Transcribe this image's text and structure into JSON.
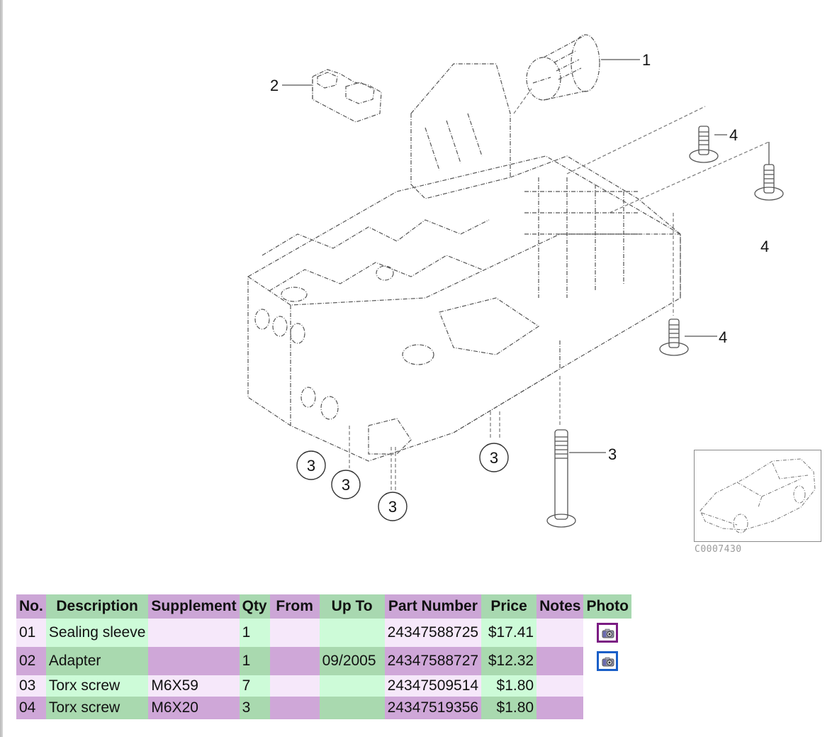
{
  "diagram": {
    "title": "Valve body mounting parts",
    "callouts": [
      {
        "label": "1",
        "style": "plain"
      },
      {
        "label": "2",
        "style": "plain"
      },
      {
        "label": "3",
        "style": "plain"
      },
      {
        "label": "3",
        "style": "circled"
      },
      {
        "label": "3",
        "style": "circled"
      },
      {
        "label": "3",
        "style": "circled"
      },
      {
        "label": "3",
        "style": "circled"
      },
      {
        "label": "4",
        "style": "plain"
      },
      {
        "label": "4",
        "style": "plain"
      },
      {
        "label": "4",
        "style": "plain"
      }
    ],
    "thumbnail": {
      "code": "C0007430",
      "icon": "car-outline-icon"
    }
  },
  "table": {
    "headers": [
      "No.",
      "Description",
      "Supplement",
      "Qty",
      "From",
      "Up To",
      "Part Number",
      "Price",
      "Notes",
      "Photo"
    ],
    "rows": [
      {
        "no": "01",
        "description": "Sealing sleeve",
        "supplement": "",
        "qty": "1",
        "from": "",
        "up_to": "",
        "part_number": "24347588725",
        "price": "$17.41",
        "notes": "",
        "photo": "camera-icon"
      },
      {
        "no": "02",
        "description": "Adapter",
        "supplement": "",
        "qty": "1",
        "from": "",
        "up_to": "09/2005",
        "part_number": "24347588727",
        "price": "$12.32",
        "notes": "",
        "photo": "camera-icon"
      },
      {
        "no": "03",
        "description": "Torx screw",
        "supplement": "M6X59",
        "qty": "7",
        "from": "",
        "up_to": "",
        "part_number": "24347509514",
        "price": "$1.80",
        "notes": "",
        "photo": ""
      },
      {
        "no": "04",
        "description": "Torx screw",
        "supplement": "M6X20",
        "qty": "3",
        "from": "",
        "up_to": "",
        "part_number": "24347519356",
        "price": "$1.80",
        "notes": "",
        "photo": ""
      }
    ],
    "colors": {
      "header_purple": "#cca6d6",
      "header_green": "#a8d8b0",
      "row_light_purple": "#f6e8fa",
      "row_light_green": "#cdfbd8",
      "row_dark_purple": "#cfa7d8",
      "row_dark_green": "#a9d9af",
      "photo_border_visited": "#7b1c83",
      "photo_border_link": "#1a5fc8"
    }
  }
}
